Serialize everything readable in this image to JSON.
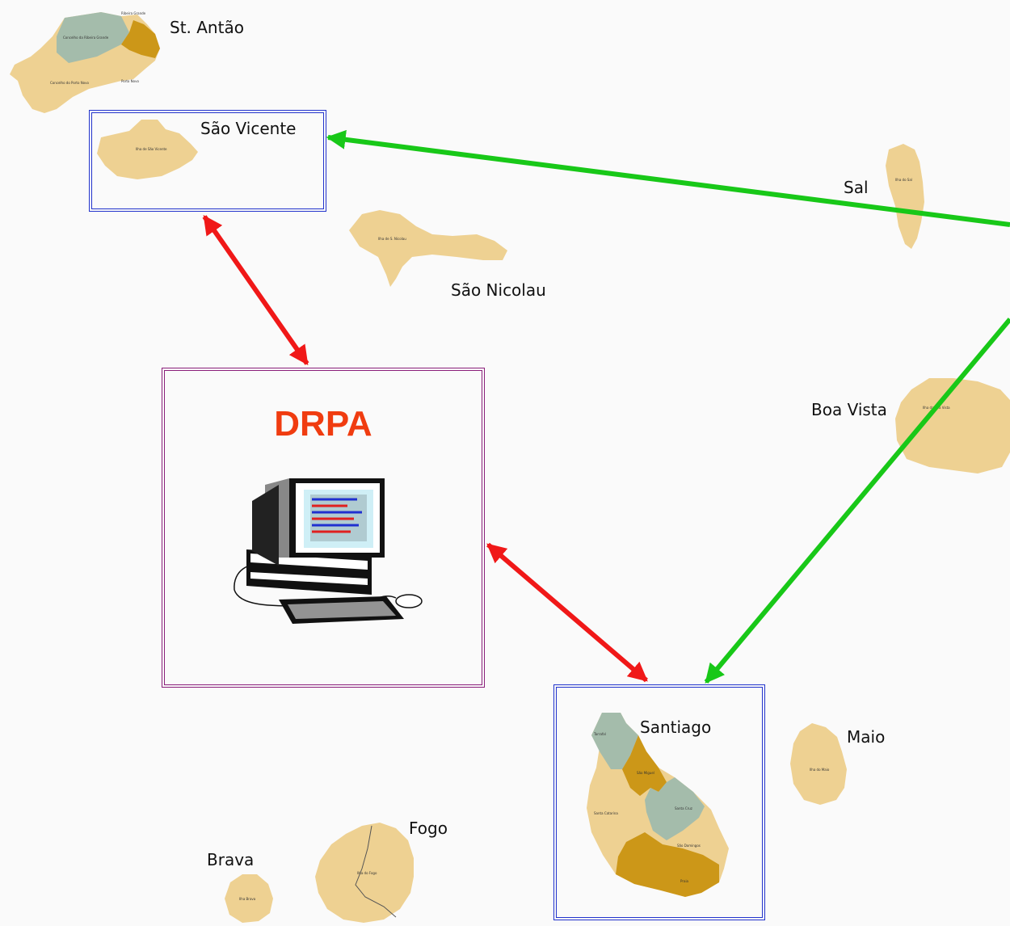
{
  "islands": {
    "st_antao": "St. Antão",
    "sao_vicente": "São Vicente",
    "sal": "Sal",
    "sao_nicolau": "São Nicolau",
    "boa_vista": "Boa Vista",
    "santiago": "Santiago",
    "maio": "Maio",
    "fogo": "Fogo",
    "brava": "Brava"
  },
  "center": {
    "title": "DRPA"
  },
  "colors": {
    "island": "#eed192",
    "district_teal": "#a4bcab",
    "district_gold": "#cc9718",
    "arrow_red": "#f01818",
    "arrow_green": "#18c818",
    "frame_blue": "#2233cc",
    "frame_purple": "#8a1f7a",
    "title_orange": "#f03c10"
  },
  "icons": {
    "center": "computer-icon"
  }
}
